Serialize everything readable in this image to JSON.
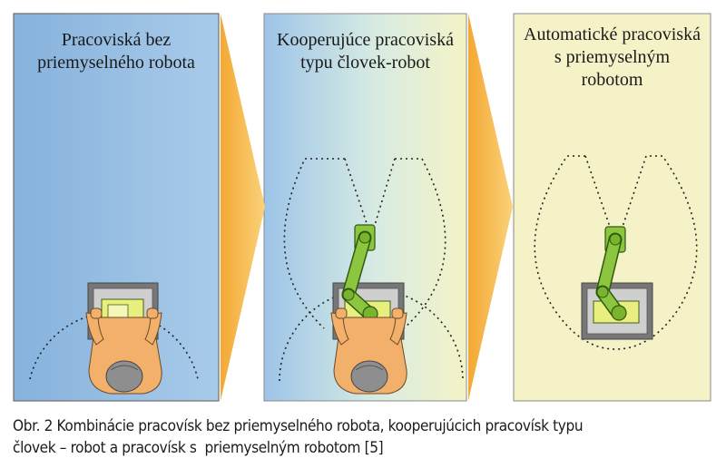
{
  "panels": [
    {
      "title_line1": "Pracoviská bez",
      "title_line2": "priemyselného robota",
      "title_line3": ""
    },
    {
      "title_line1": "Kooperujúce pracoviská",
      "title_line2": "typu človek-robot",
      "title_line3": ""
    },
    {
      "title_line1": "Automatické pracoviská",
      "title_line2": "s priemyselným",
      "title_line3": "robotom"
    }
  ],
  "caption": {
    "line1": "Obr. 2 Kombinácie pracovísk bez priemyselného robota, kooperujúcich pracovísk typu",
    "line2": "človek – robot a pracovísk s  priemyselným robotom [5]"
  },
  "colors": {
    "blue_panel": "#8fb9e0",
    "yellow_panel": "#f5f2c8",
    "arrow": "#f6bb4b",
    "robot_green": "#8cc63f",
    "skin": "#f2b06a",
    "hair": "#8a8a8a"
  }
}
